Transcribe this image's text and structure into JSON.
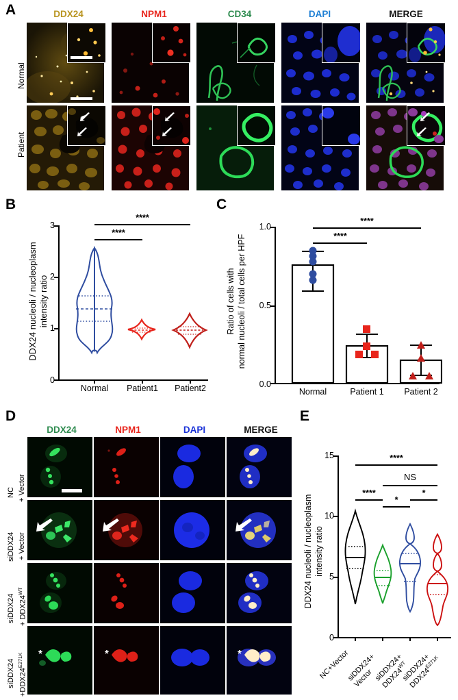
{
  "figure": {
    "panels": [
      "A",
      "B",
      "C",
      "D",
      "E"
    ]
  },
  "panelA": {
    "letter": "A",
    "columns": [
      {
        "label": "DDX24",
        "color": "#b99521"
      },
      {
        "label": "NPM1",
        "color": "#e8251c"
      },
      {
        "label": "CD34",
        "color": "#2e8b4f"
      },
      {
        "label": "DAPI",
        "color": "#1e7fd4"
      },
      {
        "label": "MERGE",
        "color": "#111111"
      }
    ],
    "rows": [
      "Normal",
      "Patient"
    ],
    "annotations": {
      "arrow": "arrow-marker",
      "scalebar": "scale-bar"
    }
  },
  "panelB": {
    "letter": "B",
    "chart_data": {
      "type": "violin",
      "title": "",
      "ylabel": "DDX24 nucleoli / nucleoplasm\nintensity ratio",
      "xlabel": "",
      "ylim": [
        0,
        3
      ],
      "yticks": [
        "0",
        "1",
        "2",
        "3"
      ],
      "grid": false,
      "categories": [
        "Normal",
        "Patient1",
        "Patient2"
      ],
      "series": [
        {
          "name": "Normal",
          "color": "#2f4da0",
          "min": 0.55,
          "max": 2.57,
          "median": 1.37,
          "q1": 1.13,
          "q3": 1.64,
          "mode": 1.3
        },
        {
          "name": "Patient1",
          "color": "#e8251c",
          "min": 0.93,
          "max": 1.18,
          "median": 1.03,
          "q1": 1.0,
          "q3": 1.06,
          "mode": 1.03
        },
        {
          "name": "Patient2",
          "color": "#e8251c",
          "min": 0.77,
          "max": 1.27,
          "median": 0.99,
          "q1": 0.94,
          "q3": 1.05,
          "mode": 0.99
        }
      ],
      "significance": [
        {
          "from": "Normal",
          "to": "Patient1",
          "label": "****"
        },
        {
          "from": "Normal",
          "to": "Patient2",
          "label": "****"
        }
      ]
    }
  },
  "panelC": {
    "letter": "C",
    "chart_data": {
      "type": "bar",
      "title": "",
      "ylabel": "Ratio of cells with\nnormal nucleoli / total cells per HPF",
      "xlabel": "",
      "ylim": [
        0,
        1.0
      ],
      "yticks": [
        "0.0",
        "0.5",
        "1.0"
      ],
      "grid": false,
      "categories": [
        "Normal",
        "Patient 1",
        "Patient 2"
      ],
      "values": [
        0.755,
        0.235,
        0.145
      ],
      "errors": [
        0.085,
        0.075,
        0.095
      ],
      "marker_colors": [
        "#2f4da0",
        "#e8251c",
        "#c01f1a"
      ],
      "marker_shapes": [
        "circle",
        "square",
        "triangle"
      ],
      "points": [
        [
          0.845,
          0.815,
          0.78,
          0.7,
          0.66
        ],
        [
          0.345,
          0.23,
          0.18,
          0.185
        ],
        [
          0.245,
          0.155,
          0.045,
          0.05
        ]
      ],
      "significance": [
        {
          "from": "Normal",
          "to": "Patient 1",
          "label": "****"
        },
        {
          "from": "Normal",
          "to": "Patient 2",
          "label": "****"
        }
      ]
    }
  },
  "panelD": {
    "letter": "D",
    "columns": [
      {
        "label": "DDX24",
        "color": "#2e8b4f"
      },
      {
        "label": "NPM1",
        "color": "#e8251c"
      },
      {
        "label": "DAPI",
        "color": "#1a32d8"
      },
      {
        "label": "MERGE",
        "color": "#111111"
      }
    ],
    "rows": [
      {
        "line1": "NC",
        "line2": "+ Vector"
      },
      {
        "line1": "siDDX24",
        "line2": "+ Vector"
      },
      {
        "line1": "siDDX24",
        "line2": "+ DDX24WT",
        "sup": "WT"
      },
      {
        "line1": "siDDX24",
        "line2": "+DDX24E271K",
        "sup": "E271K"
      }
    ],
    "annotations": {
      "arrow": "arrow-marker",
      "asterisk": "*",
      "scalebar": "scale-bar"
    }
  },
  "panelE": {
    "letter": "E",
    "chart_data": {
      "type": "violin",
      "title": "",
      "ylabel": "DDX24 nucleoli / nucleoplasm\nintensity ratio",
      "xlabel": "",
      "ylim": [
        0,
        15
      ],
      "yticks": [
        "0",
        "5",
        "10",
        "15"
      ],
      "grid": false,
      "categories": [
        "NC+Vector",
        "siDDX24+\nVector",
        "siDDX24+\nDDX24WT",
        "siDDX24+\nDDX24E271K"
      ],
      "categories_parts": [
        {
          "l1": "NC+Vector",
          "l2": ""
        },
        {
          "l1": "siDDX24+",
          "l2": "Vector"
        },
        {
          "l1": "siDDX24+",
          "l2": "DDX24",
          "sup": "WT"
        },
        {
          "l1": "siDDX24+",
          "l2": "DDX24",
          "sup": "E271K"
        }
      ],
      "series": [
        {
          "name": "NC+Vector",
          "color": "#000000",
          "min": 2.7,
          "max": 10.4,
          "median": 6.6,
          "q1": 5.7,
          "q3": 7.4
        },
        {
          "name": "siDDX24+Vector",
          "color": "#1aa02c",
          "min": 2.8,
          "max": 7.6,
          "median": 4.95,
          "q1": 4.2,
          "q3": 5.5
        },
        {
          "name": "siDDX24+DDX24WT",
          "color": "#2f4da0",
          "min": 2.2,
          "max": 9.3,
          "median": 5.85,
          "q1": 4.7,
          "q3": 6.2
        },
        {
          "name": "siDDX24+DDX24E271K",
          "color": "#cc1111",
          "min": 1.1,
          "max": 8.5,
          "median": 4.6,
          "q1": 3.9,
          "q3": 5.4
        }
      ],
      "significance": [
        {
          "from": "NC+Vector",
          "to": "siDDX24+DDX24E271K",
          "label": "****",
          "level": 4
        },
        {
          "from": "siDDX24+Vector",
          "to": "siDDX24+DDX24E271K",
          "label": "NS",
          "level": 3
        },
        {
          "from": "NC+Vector",
          "to": "siDDX24+Vector",
          "label": "****",
          "level": 2
        },
        {
          "from": "siDDX24+DDX24WT",
          "to": "siDDX24+DDX24E271K",
          "label": "*",
          "level": 2
        },
        {
          "from": "siDDX24+Vector",
          "to": "siDDX24+DDX24WT",
          "label": "*",
          "level": 1
        }
      ]
    }
  }
}
